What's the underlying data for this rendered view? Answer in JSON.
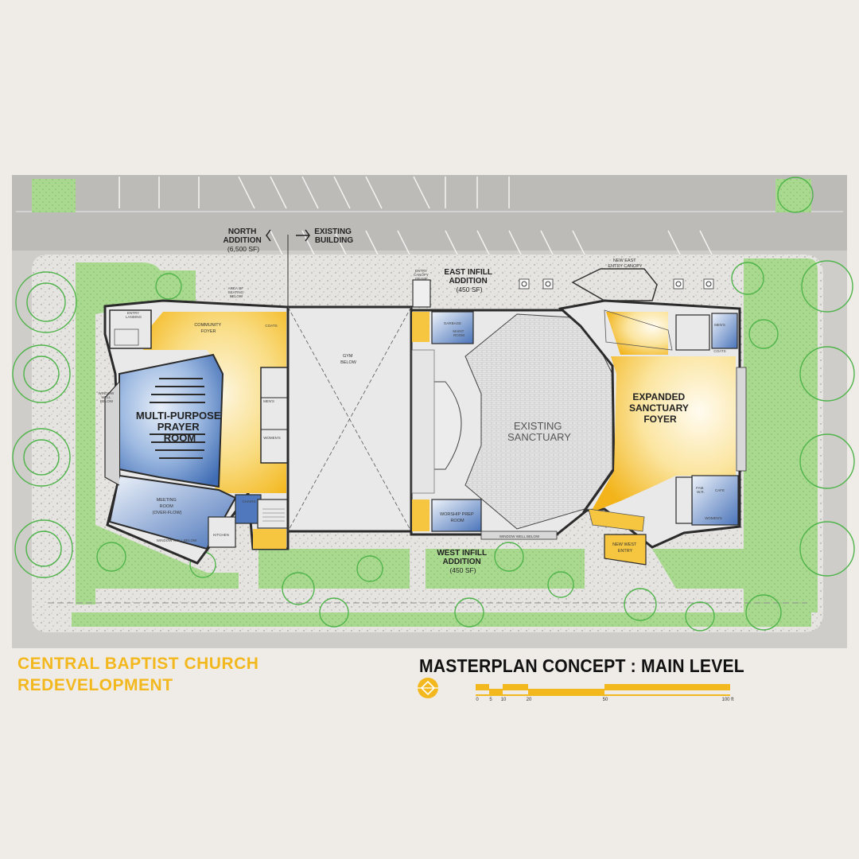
{
  "colors": {
    "background": "#efebe7",
    "lawn": "#a7d88e",
    "tree": "#4fb44a",
    "floor": "#e9e9ea",
    "yellow": "#f6c640",
    "blue": "#5c84c4",
    "wall": "#2b2b2b",
    "title_accent": "#f2b81e"
  },
  "labels": {
    "north_addition": [
      "NORTH",
      "ADDITION",
      "(6,500 SF)"
    ],
    "existing_building": [
      "EXISTING",
      "BUILDING"
    ],
    "east_infill": [
      "EAST INFILL",
      "ADDITION",
      "(450 SF)"
    ],
    "west_infill": [
      "WEST INFILL",
      "ADDITION",
      "(450 SF)"
    ],
    "new_east_canopy": [
      "NEW EAST",
      "ENTRY CANOPY"
    ],
    "entry_canopy_frame": [
      "ENTRY",
      "CANOPY",
      "FRAME"
    ],
    "area_below": [
      "AREA OF",
      "SEATING",
      "BELOW"
    ],
    "community_foyer": [
      "COMMUNITY",
      "FOYER"
    ],
    "coats": "COATS",
    "entry_landing": [
      "ENTRY",
      "LANDING"
    ],
    "gym_below": [
      "GYM",
      "BELOW"
    ],
    "garbage": "GARBAGE",
    "maint_room": [
      "MAINT",
      "ROOM"
    ],
    "mens": "MEN'S",
    "womens": "WOMEN'S",
    "multi_purpose": [
      "MULTI-PURPOSE",
      "PRAYER",
      "ROOM"
    ],
    "meeting_room": [
      "MEETING",
      "ROOM",
      "(OVER-FLOW)"
    ],
    "kitchen": "KITCHEN",
    "chairs": "CHAIRS",
    "window_well": [
      "WINDOW",
      "WELL",
      "BELOW"
    ],
    "window_well_line": "WINDOW WELL BELOW",
    "existing_sanctuary": [
      "EXISTING",
      "SANCTUARY"
    ],
    "worship_prep": [
      "WORSHIP PREP",
      "ROOM"
    ],
    "expanded_foyer": [
      "EXPANDED",
      "SANCTUARY",
      "FOYER"
    ],
    "cafe": "CAFE",
    "fam_wr": [
      "FAM.",
      "W.R."
    ],
    "new_west_entry": [
      "NEW WEST",
      "ENTRY"
    ],
    "north_window_well": "WINDOW WELL BELOW"
  },
  "title": {
    "project": [
      "CENTRAL BAPTIST CHURCH",
      "REDEVELOPMENT"
    ],
    "plan": "MASTERPLAN CONCEPT :  MAIN LEVEL"
  },
  "scale_bar": {
    "ticks": [
      "0",
      "5",
      "10",
      "20",
      "50",
      "100 ft"
    ]
  },
  "icons": {
    "north_arrow": "north-arrow-icon",
    "accessible_parking": "wheelchair-icon"
  }
}
